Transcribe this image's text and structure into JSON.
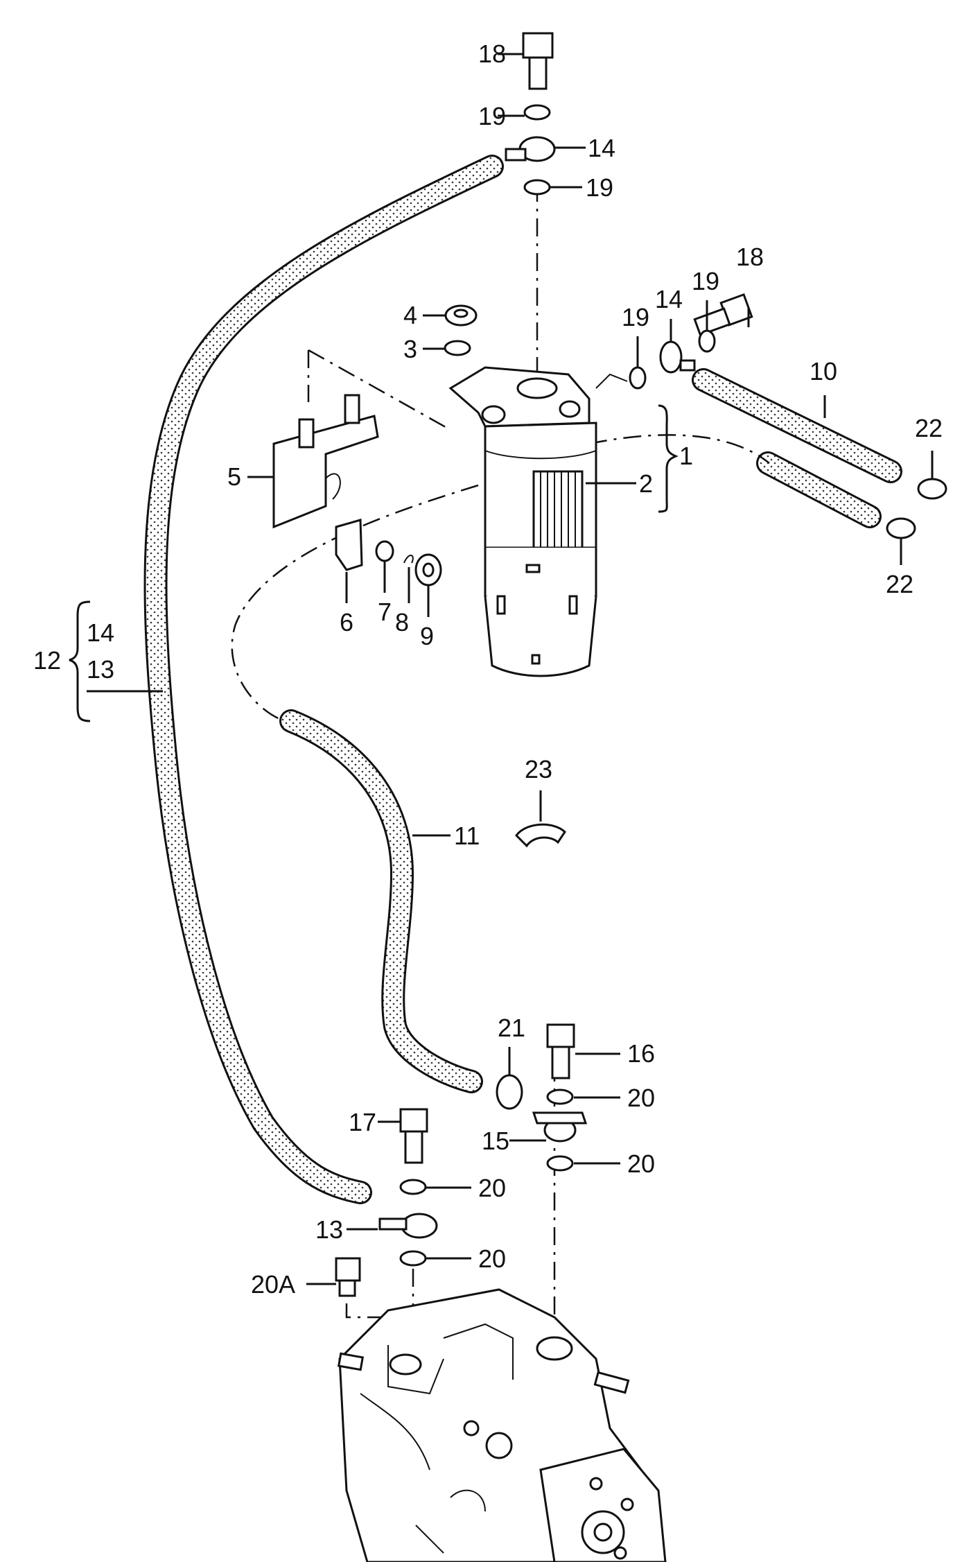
{
  "diagram": {
    "labels": {
      "l1": "1",
      "l2": "2",
      "l3": "3",
      "l4": "4",
      "l5": "5",
      "l6": "6",
      "l7": "7",
      "l8": "8",
      "l9": "9",
      "l10": "10",
      "l11": "11",
      "l12": "12",
      "l13a": "13",
      "l13b": "13",
      "l14a": "14",
      "l14b": "14",
      "l14c": "14",
      "l15": "15",
      "l16": "16",
      "l17": "17",
      "l18a": "18",
      "l18b": "18",
      "l19a": "19",
      "l19b": "19",
      "l19c": "19",
      "l19d": "19",
      "l20a": "20",
      "l20b": "20",
      "l20c": "20",
      "l20d": "20",
      "l20e": "20A",
      "l21": "21",
      "l22a": "22",
      "l22b": "22",
      "l23": "23"
    },
    "colors": {
      "ink": "#111111",
      "hose_fill": "#f4f4f4",
      "background": "#ffffff"
    }
  }
}
